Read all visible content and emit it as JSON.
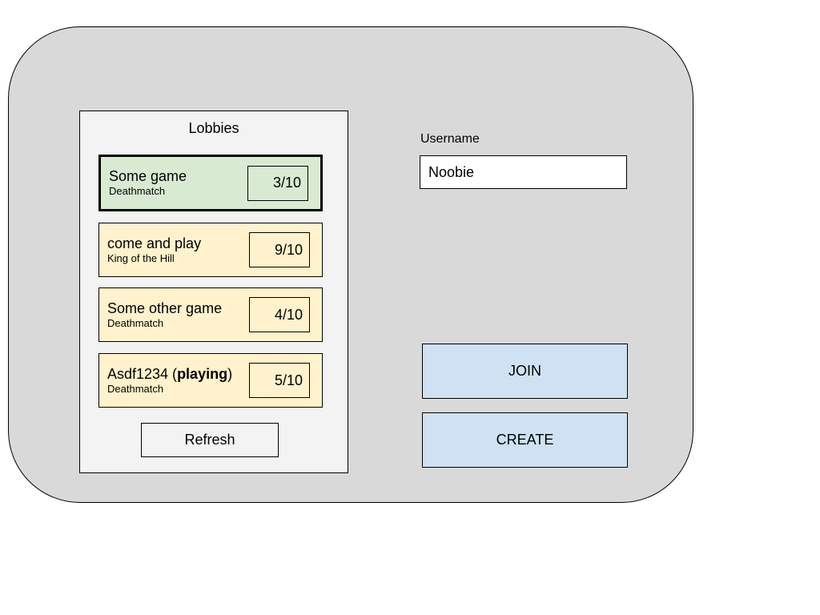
{
  "lobbies": {
    "title": "Lobbies",
    "refresh_label": "Refresh",
    "items": [
      {
        "name": "Some game",
        "mode": "Deathmatch",
        "players": "3/10",
        "selected": true
      },
      {
        "name": "come and play",
        "mode": "King of the Hill",
        "players": "9/10",
        "selected": false
      },
      {
        "name": "Some other game",
        "mode": "Deathmatch",
        "players": "4/10",
        "selected": false
      },
      {
        "name_prefix": "Asdf1234 (",
        "name_bold": "playing",
        "name_suffix": ")",
        "mode": "Deathmatch",
        "players": "5/10",
        "selected": false
      }
    ]
  },
  "user": {
    "label": "Username",
    "value": "Noobie"
  },
  "actions": {
    "join_label": "JOIN",
    "create_label": "CREATE"
  },
  "colors": {
    "container_bg": "#d9d9d9",
    "panel_bg": "#f3f3f3",
    "selected_lobby_bg": "#d9ead3",
    "lobby_bg": "#fff2cc",
    "action_button_bg": "#cfe2f3",
    "input_bg": "#ffffff",
    "border": "#000000"
  }
}
